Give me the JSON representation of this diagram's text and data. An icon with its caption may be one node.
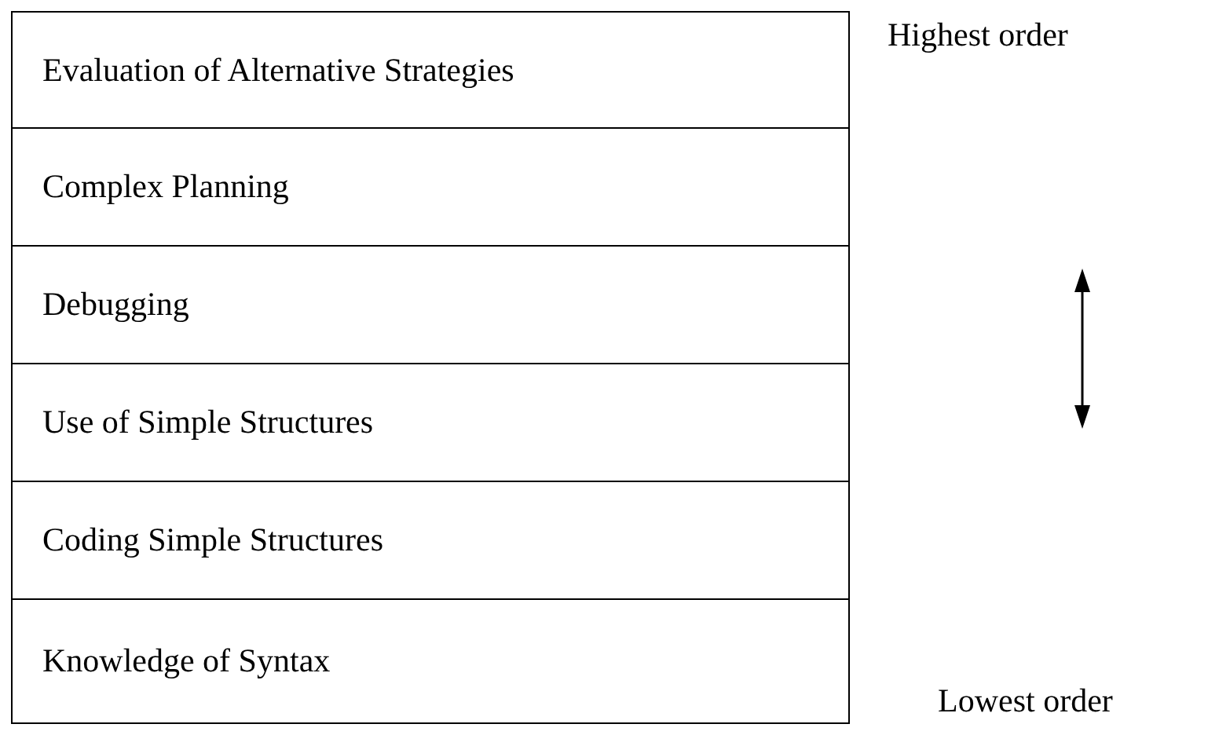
{
  "diagram": {
    "nodes": [
      {
        "text": [
          "Evaluation of Alternative Strategies"
        ]
      },
      {
        "text": [
          "Complex Planning"
        ]
      },
      {
        "text": [
          "Debugging"
        ]
      },
      {
        "text": [
          "Use of Simple Structures"
        ]
      },
      {
        "text": [
          "Coding Simple Structures"
        ]
      },
      {
        "text": [
          "Knowledge of Syntax"
        ]
      }
    ],
    "labels": [
      "Highest order",
      "Lowest order"
    ]
  }
}
